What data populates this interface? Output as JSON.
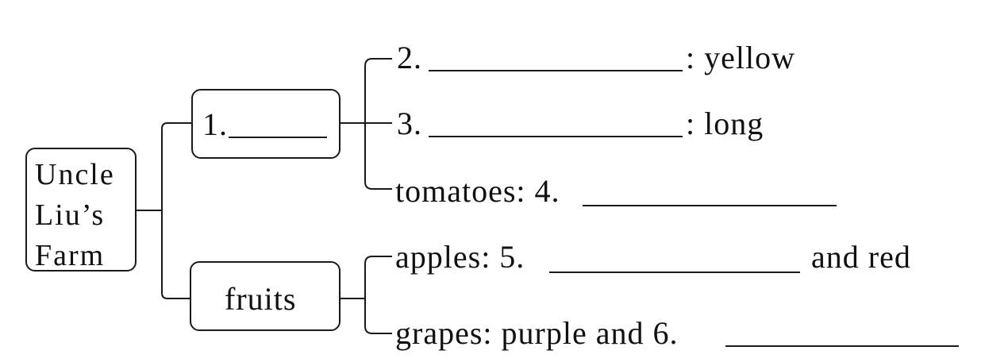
{
  "root": {
    "lines": [
      "Uncle",
      "Liu’s",
      "Farm"
    ]
  },
  "categories": [
    {
      "label": "1."
    },
    {
      "label": "fruits"
    }
  ],
  "vegetable_items": [
    {
      "prefix": "2.",
      "suffix": ": yellow"
    },
    {
      "prefix": "3.",
      "suffix": ": long"
    },
    {
      "prefix": "tomatoes: 4.",
      "suffix": ""
    }
  ],
  "fruit_items": [
    {
      "prefix": "apples:  5.",
      "suffix": "and red"
    },
    {
      "prefix": "grapes:  purple and 6.",
      "suffix": ""
    }
  ]
}
